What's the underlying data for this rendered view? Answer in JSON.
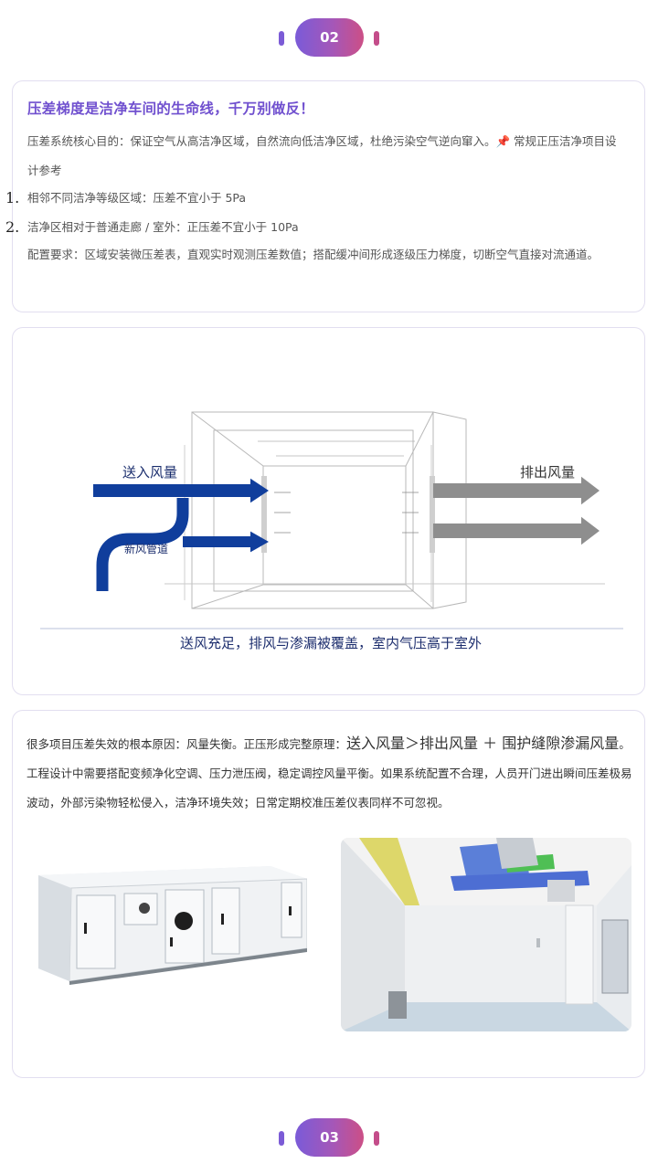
{
  "markers": {
    "top": "02",
    "bottom": "03"
  },
  "card1": {
    "title": "压差梯度是洁净车间的生命线，千万别做反！",
    "intro": "压差系统核心目的：保证空气从高洁净区域，自然流向低洁净区域，杜绝污染空气逆向窜入。📌 常规正压洁净项目设计参考",
    "list": [
      {
        "num": "1.",
        "text": "相邻不同洁净等级区域：压差不宜小于 5Pa"
      },
      {
        "num": "2.",
        "text": "洁净区相对于普通走廊 / 室外：正压差不宜小于 10Pa"
      }
    ],
    "config": "配置要求：区域安装微压差表，直观实时观测压差数值；搭配缓冲间形成逐级压力梯度，切断空气直接对流通道。"
  },
  "diagram": {
    "supply_label": "送入风量",
    "exhaust_label": "排出风量",
    "duct_label": "新风管道",
    "caption": "送风充足，排风与渗漏被覆盖，室内气压高于室外",
    "colors": {
      "supply": "#103e9c",
      "exhaust": "#8e8e8e",
      "caption": "#1d2e6e"
    }
  },
  "card3": {
    "text_a": "很多项目压差失效的根本原因：风量失衡。正压形成完整原理：",
    "formula": "送入风量＞排出风量 ＋ 围护缝隙渗漏风量",
    "text_b": "。工程设计中需要搭配变频净化空调、压力泄压阀，稳定调控风量平衡。如果系统配置不合理，人员开门进出瞬间压差极易波动，外部污染物轻松侵入，洁净环境失效；日常定期校准压差仪表同样不可忽视。"
  }
}
